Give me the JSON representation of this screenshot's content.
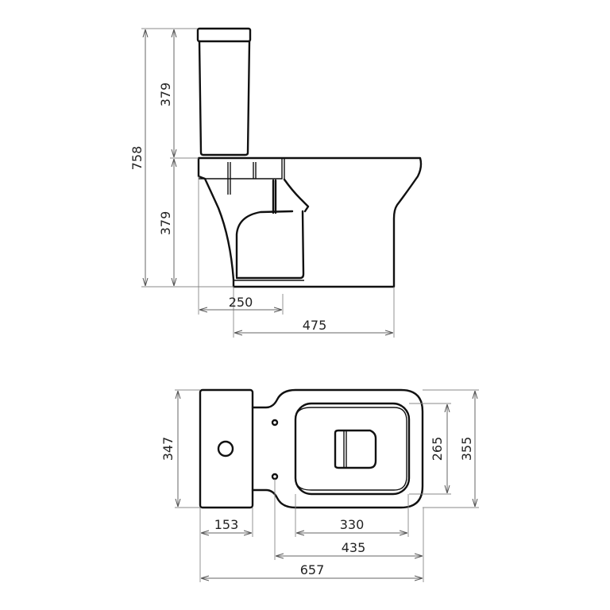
{
  "side_view": {
    "dimensions": {
      "total_height": "758",
      "tank_height": "379",
      "bowl_height": "379",
      "tank_depth": "250",
      "bowl_base_length": "475"
    }
  },
  "top_view": {
    "dimensions": {
      "tank_width": "347",
      "seat_opening_width": "265",
      "bowl_width": "355",
      "tank_depth": "153",
      "seat_opening_length": "330",
      "bowl_length_from_hinge": "435",
      "total_length": "657"
    }
  },
  "colors": {
    "outline": "#111111",
    "dimension_line": "#666666",
    "background": "#ffffff"
  }
}
